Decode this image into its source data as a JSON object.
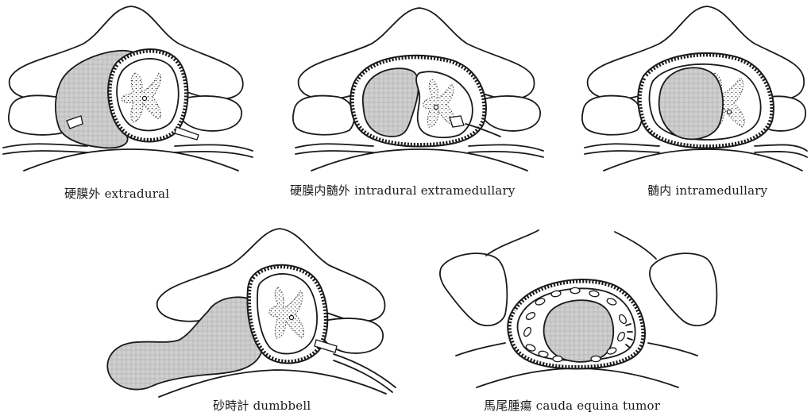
{
  "colors": {
    "outline": "#1a1a1a",
    "tumor_fill": "#c9c9c9",
    "background": "#ffffff"
  },
  "captions": {
    "extradural": "硬膜外 extradural",
    "intradural_extramedullary": "硬膜内髄外 intradural extramedullary",
    "intramedullary": "髄内 intramedullary",
    "dumbbell": "砂時計 dumbbell",
    "cauda_equina": "馬尾腫瘍 cauda equina tumor"
  }
}
